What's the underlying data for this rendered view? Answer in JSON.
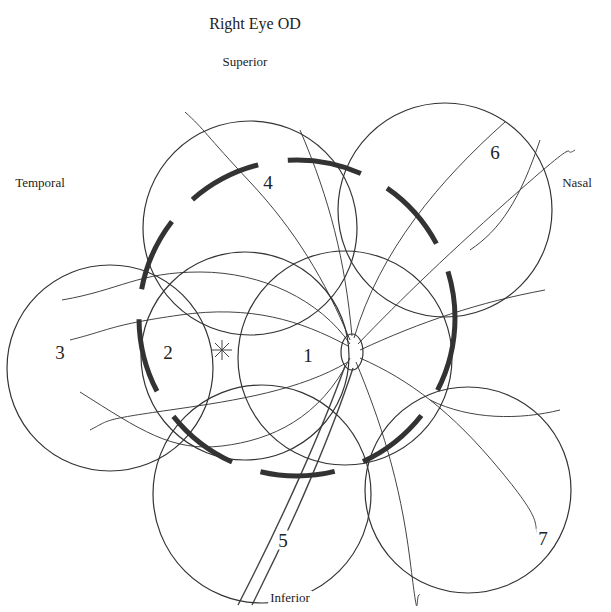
{
  "diagram": {
    "title": "Right Eye OD",
    "nodes": [
      {
        "text": [
          "1"
        ]
      },
      {
        "text": [
          "2"
        ]
      },
      {
        "text": [
          "3"
        ]
      },
      {
        "text": [
          "4"
        ]
      },
      {
        "text": [
          "5"
        ]
      },
      {
        "text": [
          "6"
        ]
      },
      {
        "text": [
          "7"
        ]
      }
    ],
    "labels": [
      "Superior",
      "Temporal",
      "Nasal",
      "Inferior"
    ]
  }
}
